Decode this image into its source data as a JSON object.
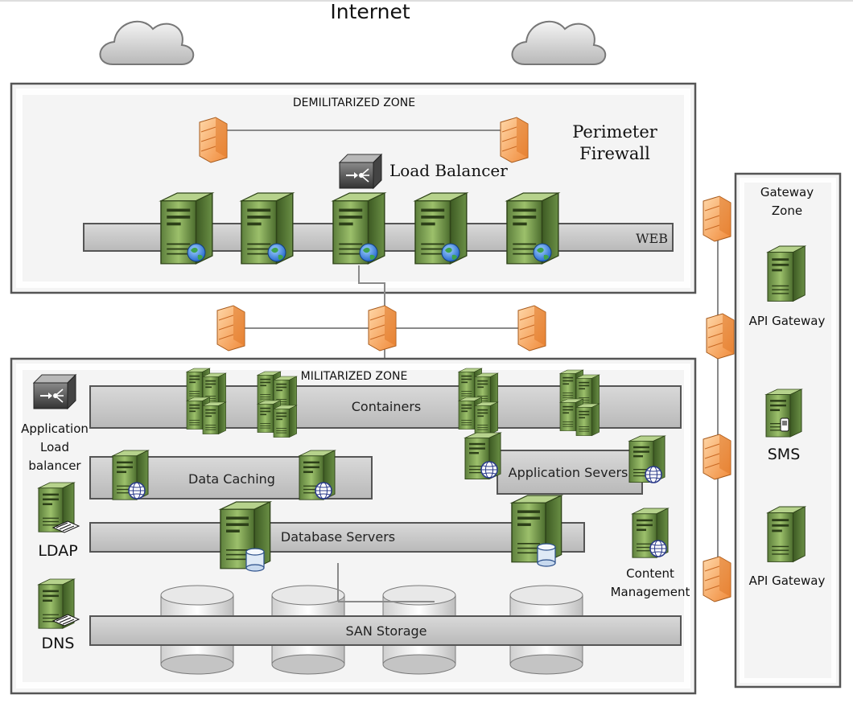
{
  "title": "Internet",
  "dmz": {
    "label": "DEMILITARIZED ZONE",
    "firewall_label_line1": "Perimeter",
    "firewall_label_line2": "Firewall",
    "load_balancer_label": "Load Balancer",
    "web_bar_label": "WEB"
  },
  "mz": {
    "label": "MILITARIZED ZONE",
    "containers_label": "Containers",
    "data_caching_label": "Data Caching",
    "app_servers_label": "Application Severs",
    "database_label": "Database Servers",
    "san_label": "SAN Storage",
    "app_lb_line1": "Application",
    "app_lb_line2": "Load",
    "app_lb_line3": "balancer",
    "ldap_label": "LDAP",
    "dns_label": "DNS",
    "content_mgmt_line1": "Content",
    "content_mgmt_line2": "Management"
  },
  "gateway": {
    "zone_line1": "Gateway",
    "zone_line2": "Zone",
    "api_gateway_1": "API Gateway",
    "sms_label": "SMS",
    "api_gateway_2": "API Gateway"
  }
}
